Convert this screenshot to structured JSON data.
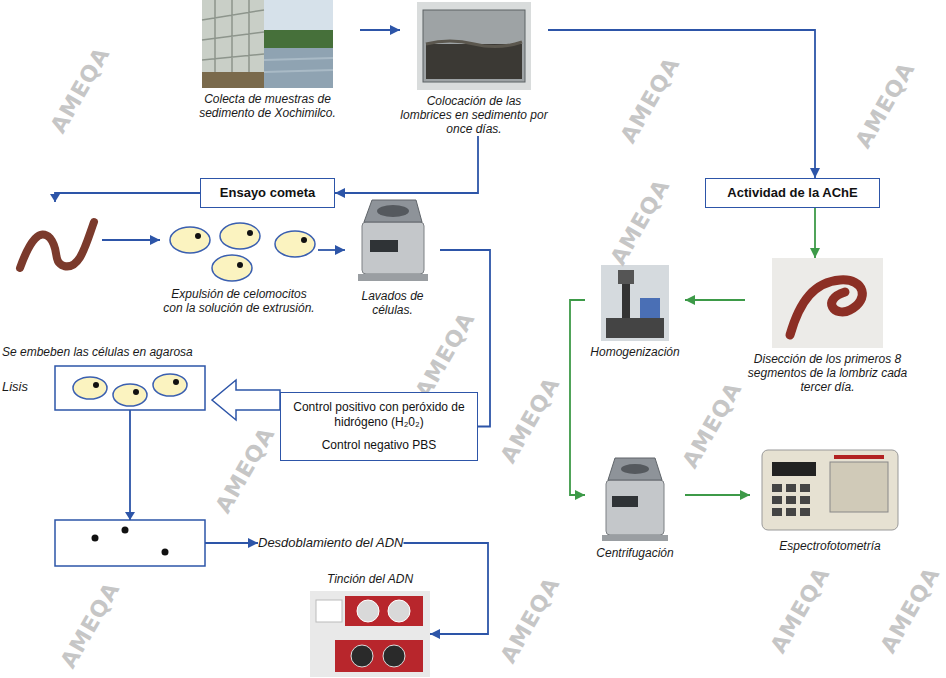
{
  "diagram": {
    "nodes": [
      {
        "text": [
          "Colecta de muestras de sedimento de Xochimilco."
        ]
      },
      {
        "text": [
          "Colocación de las lombrices en sedimento por once días."
        ]
      },
      {
        "text": [
          "Ensayo cometa"
        ]
      },
      {
        "text": [
          "Actividad de la AChE"
        ]
      },
      {
        "text": [
          "Expulsión de celomocitos con la solución de extrusión."
        ]
      },
      {
        "text": [
          "Lavados de células."
        ]
      },
      {
        "text": [
          "Control positivo con peróxido de hidrógeno (H₂0₂)",
          "Control negativo PBS"
        ]
      },
      {
        "text": [
          "Se embeben las células en agarosa",
          "Lisis"
        ]
      },
      {
        "text": [
          "Desdoblamiento del ADN"
        ]
      },
      {
        "text": [
          "Tinción del ADN"
        ]
      },
      {
        "text": [
          "Disección de los primeros 8 segmentos de la lombriz cada tercer día."
        ]
      },
      {
        "text": [
          "Homogenización"
        ]
      },
      {
        "text": [
          "Centrifugación"
        ]
      },
      {
        "text": [
          "Espectrofotometría"
        ]
      }
    ],
    "edges": [
      {
        "from": 0,
        "to": 1,
        "arrow": "to"
      },
      {
        "from": 1,
        "to": 2,
        "arrow": "to"
      },
      {
        "from": 1,
        "to": 3,
        "arrow": "to"
      },
      {
        "from": 2,
        "to": 4,
        "arrow": "to"
      },
      {
        "from": 4,
        "to": 5,
        "arrow": "to"
      },
      {
        "from": 5,
        "to": 6,
        "arrow": "none"
      },
      {
        "from": 6,
        "to": 7,
        "arrow": "to"
      },
      {
        "from": 7,
        "to": 8,
        "arrow": "to"
      },
      {
        "from": 8,
        "to": 9,
        "arrow": "to"
      },
      {
        "from": 3,
        "to": 10,
        "arrow": "to"
      },
      {
        "from": 10,
        "to": 11,
        "arrow": "to"
      },
      {
        "from": 11,
        "to": 12,
        "arrow": "to"
      },
      {
        "from": 12,
        "to": 13,
        "arrow": "to"
      }
    ],
    "labels": [
      "AMEQA",
      "AMEQA",
      "AMEQA",
      "AMEQA",
      "AMEQA",
      "AMEQA",
      "AMEQA",
      "AMEQA",
      "AMEQA",
      "AMEQA",
      "AMEQA",
      "AMEQA"
    ]
  }
}
